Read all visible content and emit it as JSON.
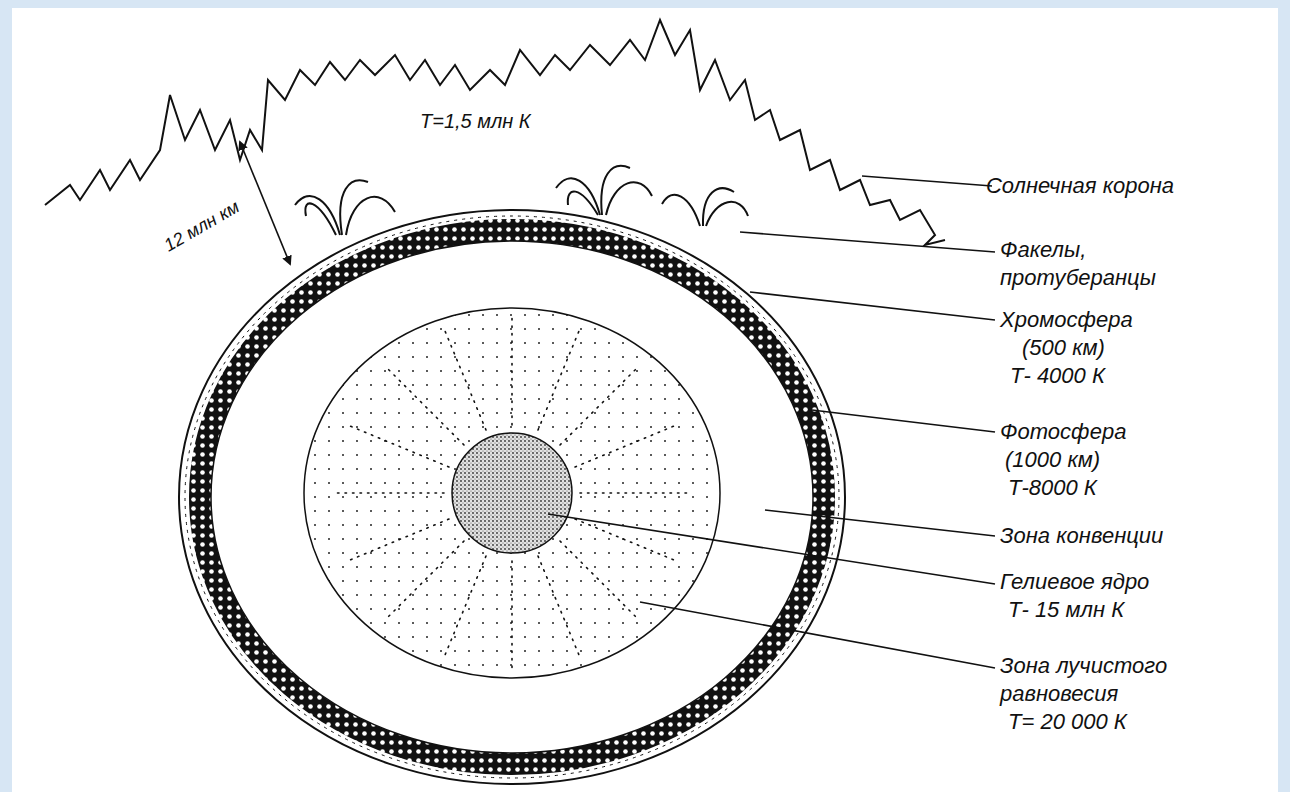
{
  "diagram": {
    "labels": [
      "Т=1,5 млн К",
      "12 млн км",
      "Солнечная корона",
      "Факелы, протуберанцы",
      "Хромосфера",
      "(500 км)",
      "Т- 4000 К",
      "Фотосфера",
      "(1000 км)",
      "Т-8000 К",
      "Зона конвенции",
      "Гелиевое ядро",
      "Т- 15 млн К",
      "Зона лучистого равновесия",
      "Т= 20 000 К"
    ]
  }
}
